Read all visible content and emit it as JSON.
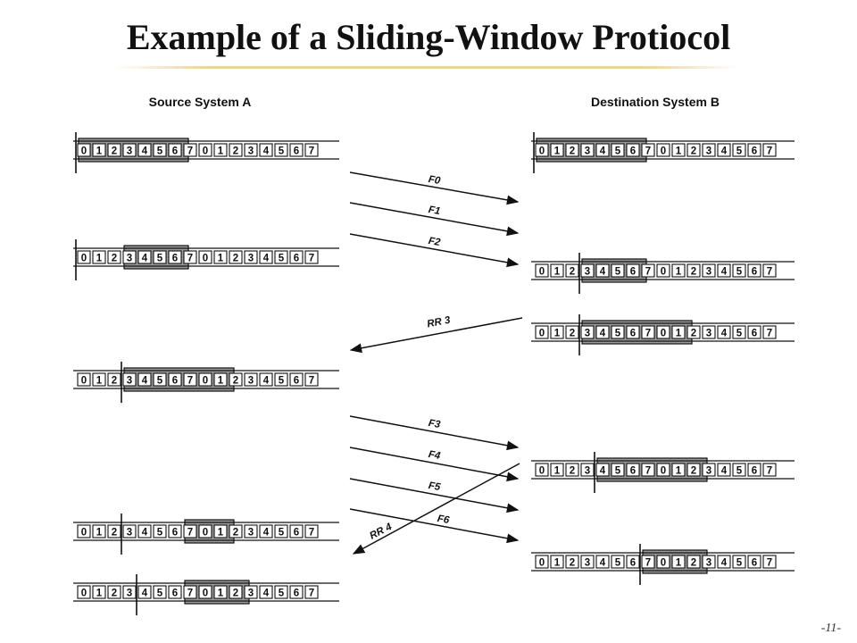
{
  "slide": {
    "title": "Example of a Sliding-Window Protiocol",
    "slide_number": "-11-"
  },
  "source": {
    "label": "Source System A",
    "states": [
      {
        "window_start": 0,
        "window_size": 7,
        "cursor_before": 0
      },
      {
        "window_start": 3,
        "window_size": 4,
        "cursor_before": 0
      },
      {
        "window_start": 3,
        "window_size": 7,
        "cursor_before": 3
      },
      {
        "window_start": 7,
        "window_size": 3,
        "cursor_before": 3
      },
      {
        "window_start": 7,
        "window_size": 4,
        "cursor_before": 4
      }
    ]
  },
  "destination": {
    "label": "Destination System B",
    "states": [
      {
        "window_start": 0,
        "window_size": 7,
        "cursor_before": 0
      },
      {
        "window_start": 3,
        "window_size": 4,
        "cursor_before": 3
      },
      {
        "window_start": 3,
        "window_size": 7,
        "cursor_before": 3
      },
      {
        "window_start": 4,
        "window_size": 7,
        "cursor_before": 4
      },
      {
        "window_start": 7,
        "window_size": 4,
        "cursor_before": 7
      }
    ]
  },
  "sequence": [
    "0",
    "1",
    "2",
    "3",
    "4",
    "5",
    "6",
    "7",
    "0",
    "1",
    "2",
    "3",
    "4",
    "5",
    "6",
    "7"
  ],
  "messages": [
    {
      "label": "F0",
      "direction": "A-to-B"
    },
    {
      "label": "F1",
      "direction": "A-to-B"
    },
    {
      "label": "F2",
      "direction": "A-to-B"
    },
    {
      "label": "RR 3",
      "direction": "B-to-A"
    },
    {
      "label": "F3",
      "direction": "A-to-B"
    },
    {
      "label": "F4",
      "direction": "A-to-B"
    },
    {
      "label": "F5",
      "direction": "A-to-B"
    },
    {
      "label": "F6",
      "direction": "A-to-B"
    },
    {
      "label": "RR 4",
      "direction": "B-to-A"
    }
  ],
  "colors": {
    "window_fill": "#9a9a9a",
    "line": "#111111",
    "title_rule": "#e9d3a0"
  }
}
